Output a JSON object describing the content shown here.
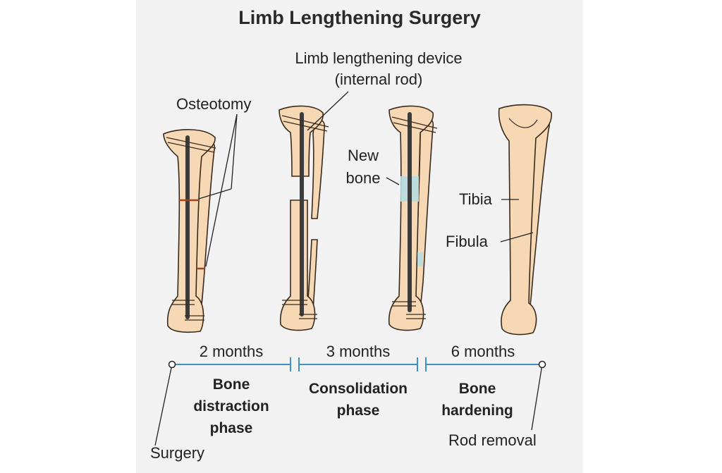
{
  "title": "Limb Lengthening Surgery",
  "labels": {
    "device_line1": "Limb lengthening device",
    "device_line2": "(internal rod)",
    "osteotomy": "Osteotomy",
    "new_bone_line1": "New",
    "new_bone_line2": "bone",
    "tibia": "Tibia",
    "fibula": "Fibula"
  },
  "timeline": {
    "durations": [
      "2 months",
      "3 months",
      "6 months"
    ],
    "phases": [
      [
        "Bone",
        "distraction",
        "phase"
      ],
      [
        "Consolidation",
        "phase"
      ],
      [
        "Bone",
        "hardening"
      ]
    ],
    "start_event": "Surgery",
    "end_event": "Rod removal"
  },
  "colors": {
    "bone": "#f6d9b4",
    "bone_outline": "#3a2a1e",
    "rod": "#3c3c3c",
    "new_bone": "#b7dbe0",
    "timeline": "#3d8fc4",
    "osteotomy_mark": "#a0441e"
  }
}
